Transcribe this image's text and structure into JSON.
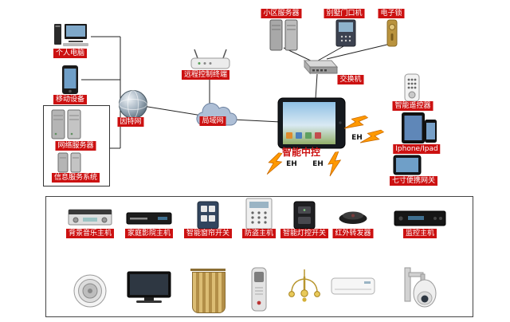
{
  "colors": {
    "label_bg": "#cc1111",
    "label_text": "#ffffff",
    "central_control_text": "#cc1111",
    "bolt_orange": "#ff9900",
    "connection_line": "#222222"
  },
  "nodes": {
    "pc": "个人电脑",
    "mobile": "移动设备",
    "network_server": "网络服务器",
    "info_service_system": "信息服务系统",
    "internet": "因特网",
    "remote_terminal": "远程控制终端",
    "lan": "局域网",
    "community_server": "小区服务器",
    "villa_door_station": "别墅门口机",
    "electronic_lock": "电子锁",
    "switch": "交换机",
    "central_control": "智能中控",
    "smart_remote": "智能遥控器",
    "iphone_ipad": "Iphone/Ipad",
    "portable_gateway": "七寸便携网关"
  },
  "eh_labels": [
    "EH",
    "EH",
    "EH"
  ],
  "bottom_row": [
    {
      "label": "背景音乐主机",
      "device": "ceiling-speaker"
    },
    {
      "label": "家庭影院主机",
      "device": "tv"
    },
    {
      "label": "智能窗帘开关",
      "device": "curtain"
    },
    {
      "label": "防盗主机",
      "device": "security-detector"
    },
    {
      "label": "智能灯控开关",
      "device": "chandelier"
    },
    {
      "label": "红外转发器",
      "device": "air-conditioner"
    },
    {
      "label": "监控主机",
      "device": "ptz-camera"
    }
  ]
}
